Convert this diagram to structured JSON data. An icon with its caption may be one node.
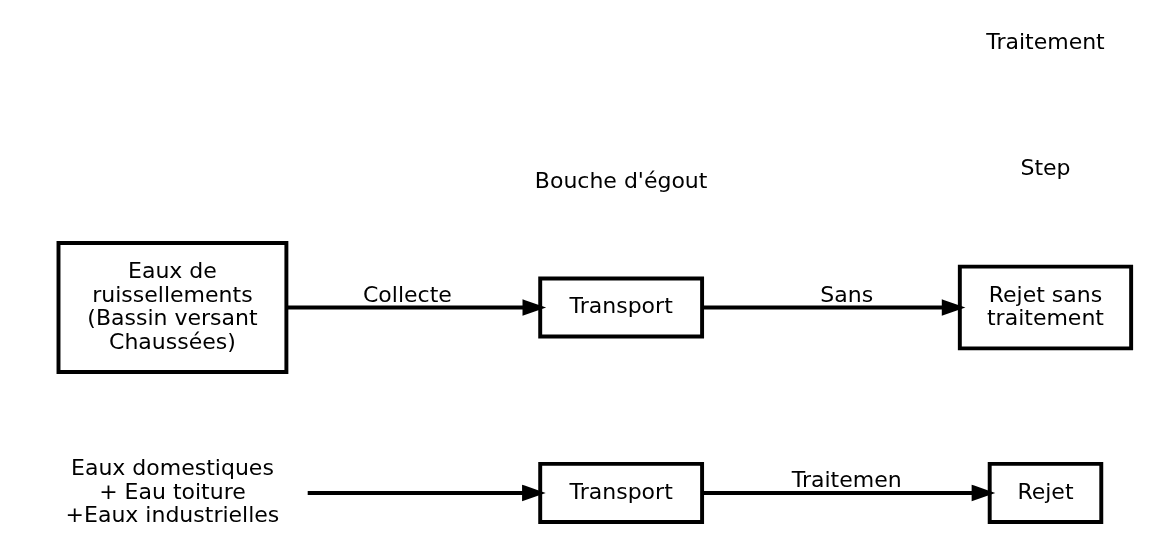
{
  "diagram": {
    "nodes": [
      {
        "text": [
          "Eaux domestiques",
          "+ Eau toiture",
          "+Eaux industrielles"
        ]
      },
      {
        "text": [
          "Transport"
        ]
      },
      {
        "text": [
          "Rejet"
        ]
      },
      {
        "text": [
          "Eaux de ruissellements (Bassin versant Chaussées)"
        ]
      },
      {
        "text": [
          "Transport"
        ]
      },
      {
        "text": [
          "Rejet sans traitement"
        ]
      }
    ],
    "edges": [
      {
        "from": 0,
        "to": 1,
        "arrow": "to"
      },
      {
        "from": 1,
        "to": 2,
        "arrow": "to",
        "label": "Traitemen"
      },
      {
        "from": 3,
        "to": 4,
        "arrow": "to",
        "label": "Collecte"
      },
      {
        "from": 4,
        "to": 5,
        "arrow": "to",
        "label": "Sans"
      }
    ],
    "labels": [
      "Step",
      "Bouche d'égout",
      "Traitement"
    ]
  }
}
